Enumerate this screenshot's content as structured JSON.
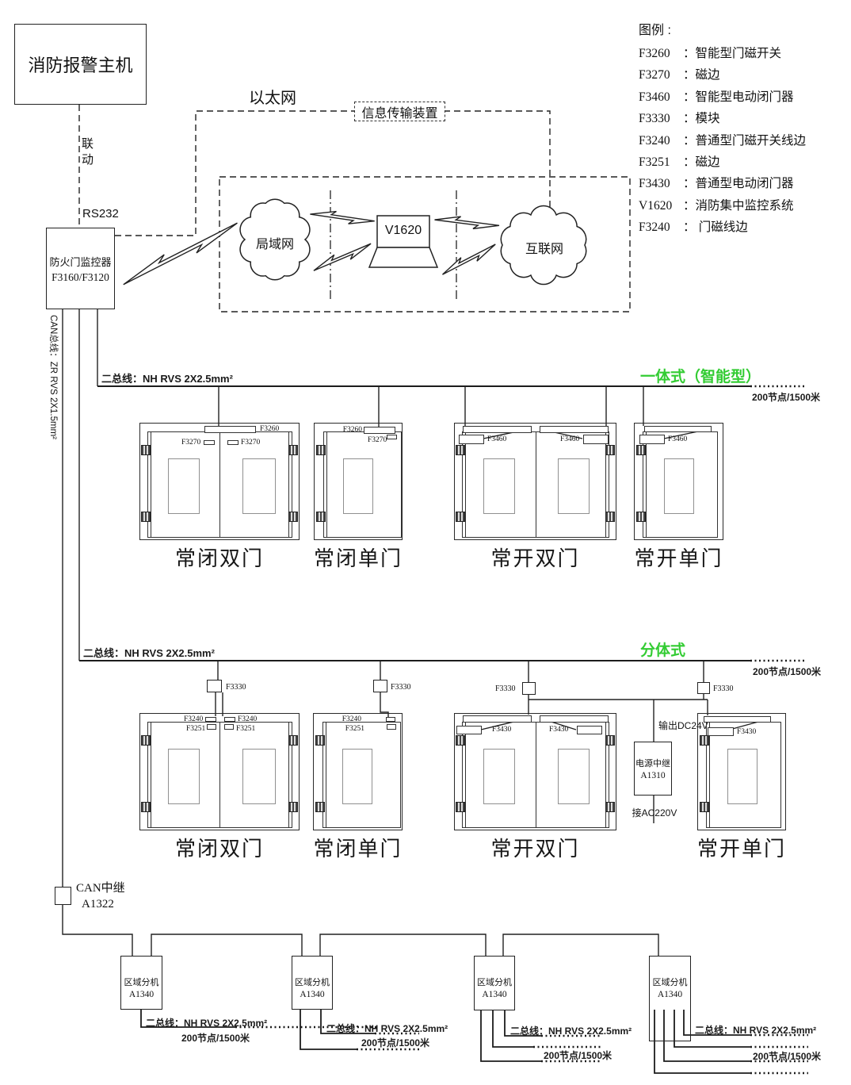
{
  "header": {
    "host": "消防报警主机",
    "linkage": "联动",
    "rs232": "RS232",
    "monitor": {
      "name": "防火门监控器",
      "model": "F3160/F3120"
    },
    "ethernet": "以太网",
    "transmission": "信息传输装置",
    "lan": "局域网",
    "v1620": "V1620",
    "internet": "互联网",
    "can_bus_vertical": "CAN总线：ZR RVS 2X1.5mm²"
  },
  "legend": {
    "title": "图例 :",
    "items": [
      {
        "code": "F3260",
        "desc": "：智能型门磁开关"
      },
      {
        "code": "F3270",
        "desc": "：磁边"
      },
      {
        "code": "F3460",
        "desc": "：智能型电动闭门器"
      },
      {
        "code": "F3330",
        "desc": "：模块"
      },
      {
        "code": "F3240",
        "desc": "：普通型门磁开关线边"
      },
      {
        "code": "F3251",
        "desc": "：磁边"
      },
      {
        "code": "F3430",
        "desc": "：普通型电动闭门器"
      },
      {
        "code": "V1620",
        "desc": "：消防集中监控系统"
      },
      {
        "code": "F3240",
        "desc": "： 门磁线边"
      }
    ]
  },
  "codes": {
    "f3260": "F3260",
    "f3270": "F3270",
    "f3460": "F3460",
    "f3330": "F3330",
    "f3240": "F3240",
    "f3251": "F3251",
    "f3430": "F3430"
  },
  "bus1": {
    "label": "二总线：NH RVS 2X2.5mm²",
    "title": "一体式（智能型）",
    "capacity": "200节点/1500米"
  },
  "bus2": {
    "label": "二总线：NH RVS 2X2.5mm²",
    "title": "分体式",
    "capacity": "200节点/1500米"
  },
  "doors": {
    "nc_double": "常闭双门",
    "nc_single": "常闭单门",
    "no_double": "常开双门",
    "no_single": "常开单门"
  },
  "power_relay": {
    "name": "电源中继",
    "model": "A1310",
    "output": "输出DC24V",
    "input": "接AC220V"
  },
  "can_relay": {
    "name": "CAN中继",
    "model": "A1322"
  },
  "regional_unit": {
    "name": "区域分机",
    "model": "A1340"
  },
  "bottom_bus": {
    "label": "二总线：NH RVS 2X2.5mm²",
    "capacity": "200节点/1500米"
  },
  "colors": {
    "accent_green": "#33cc33",
    "line": "#222222"
  }
}
